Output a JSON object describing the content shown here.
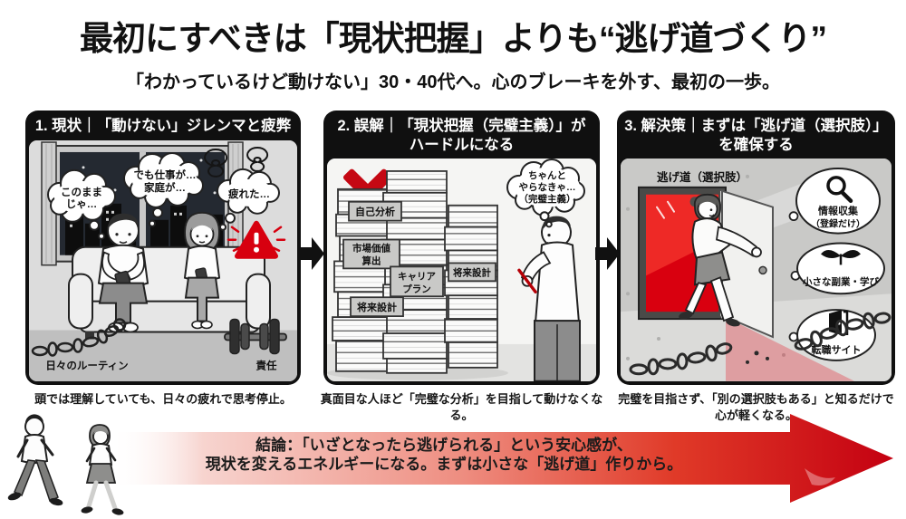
{
  "title": "最初にすべきは「現状把握」よりも“逃げ道づくり”",
  "subtitle": "「わかっているけど動けない」30・40代へ。心のブレーキを外す、最初の一歩。",
  "panel1": {
    "header": "1. 現状｜「動けない」ジレンマと疲弊",
    "thought1_l1": "このまま",
    "thought1_l2": "じゃ…",
    "thought2_l1": "でも仕事が…",
    "thought2_l2": "家庭が…",
    "thought3": "疲れた…",
    "chain_label": "日々のルーティン",
    "weight_label": "責任",
    "caption": "頭では理解していても、日々の疲れで思考停止。"
  },
  "panel2": {
    "header_l1": "2. 誤解｜「現状把握（完璧主義）」が",
    "header_l2": "ハードルになる",
    "thought_l1": "ちゃんと",
    "thought_l2": "やらなきゃ…",
    "thought_l3": "（完璧主義）",
    "label_self": "自己分析",
    "label_market_l1": "市場価値",
    "label_market_l2": "算出",
    "label_career_l1": "キャリア",
    "label_career_l2": "プラン",
    "label_future_a": "将来設計",
    "label_future_b": "将来設計",
    "caption": "真面目な人ほど「完璧な分析」を目指して動けなくなる。"
  },
  "panel3": {
    "header_l1": "3. 解決策｜まずは「逃げ道（選択肢）」",
    "header_l2": "を確保する",
    "door_label": "逃げ道（選択肢）",
    "option1_l1": "情報収集",
    "option1_l2": "（登録だけ）",
    "option2": "小さな副業・学び",
    "option3": "転職サイト",
    "caption_l1": "完璧を目指さず、「別の選択肢もある」と知るだけで",
    "caption_l2": "心が軽くなる。"
  },
  "conclusion": {
    "line1": "結論：「いざとなったら逃げられる」という安心感が、",
    "line2": "現状を変えるエネルギーになる。まずは小さな「逃げ道」作りから。"
  },
  "colors": {
    "accent_red": "#c7000f",
    "panel_black": "#101010",
    "art_gray": "#d9d9d9"
  },
  "icons": {
    "option1": "magnifier-icon",
    "option2": "sprout-icon",
    "option3": "open-door-icon",
    "panel1_alert": "warning-triangle-icon",
    "panel2_reject": "x-mark-icon",
    "flow": "arrow-right-icon"
  }
}
